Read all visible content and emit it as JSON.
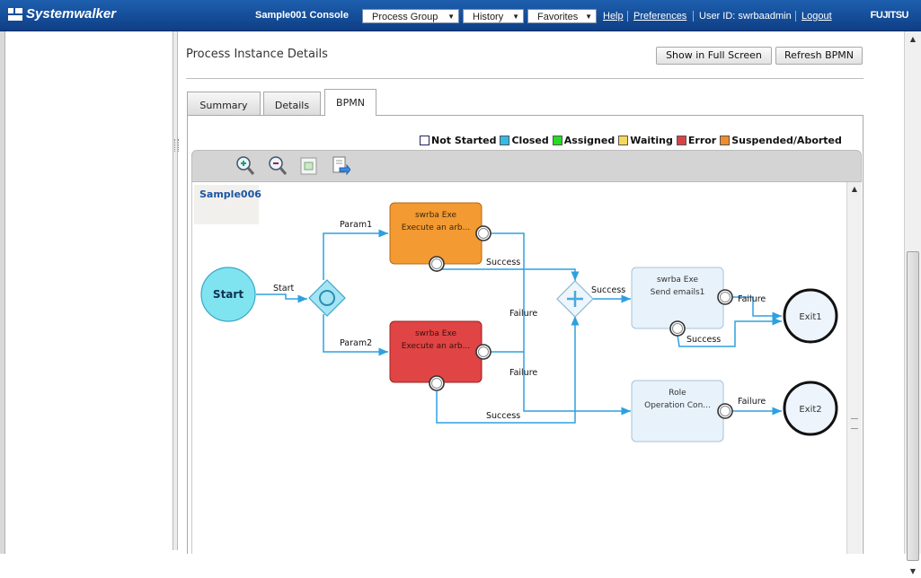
{
  "topbar": {
    "logo": "Systemwalker",
    "console_title": "Sample001 Console",
    "menus": [
      "Process Group",
      "History",
      "Favorites"
    ],
    "help": "Help",
    "preferences": "Preferences",
    "user_id": "User ID: swrbaadmin",
    "logout": "Logout",
    "brand": "FUJITSU"
  },
  "page": {
    "title": "Process Instance Details",
    "buttons": {
      "full_screen": "Show in Full Screen",
      "refresh": "Refresh BPMN"
    },
    "tabs": [
      "Summary",
      "Details",
      "BPMN"
    ],
    "active_tab": "BPMN"
  },
  "legend": [
    {
      "label": "Not Started",
      "color": "#ffffff"
    },
    {
      "label": "Closed",
      "color": "#33bbe8"
    },
    {
      "label": "Assigned",
      "color": "#22dd22"
    },
    {
      "label": "Waiting",
      "color": "#f5d85a"
    },
    {
      "label": "Error",
      "color": "#d84444"
    },
    {
      "label": "Suspended/Aborted",
      "color": "#f08c2a"
    }
  ],
  "toolbar": {
    "icons": [
      "zoom-in-icon",
      "zoom-out-icon",
      "fit-to-window-icon",
      "export-icon"
    ]
  },
  "diagram": {
    "process_name": "Sample006",
    "start": "Start",
    "exit1": "Exit1",
    "exit2": "Exit2",
    "task1": {
      "line1": "swrba  Exe",
      "line2": "Execute an arb..."
    },
    "task2": {
      "line1": "swrba  Exe",
      "line2": "Execute an arb..."
    },
    "task3": {
      "line1": "swrba  Exe",
      "line2": "Send emails1"
    },
    "task4": {
      "line1": "Role",
      "line2": "Operation Con..."
    },
    "labels": {
      "param1": "Param1",
      "param2": "Param2",
      "start_flow": "Start",
      "success1": "Success",
      "failure1": "Failure",
      "success2": "Success",
      "failure2": "Failure",
      "success_join": "Success",
      "failure3": "Failure",
      "success3": "Success",
      "failure4": "Failure"
    }
  },
  "colors": {
    "topbar": "#1d5fae",
    "error_task": "#d84444",
    "suspended_task": "#f08c2a",
    "closed_node": "#7fe0ee"
  }
}
